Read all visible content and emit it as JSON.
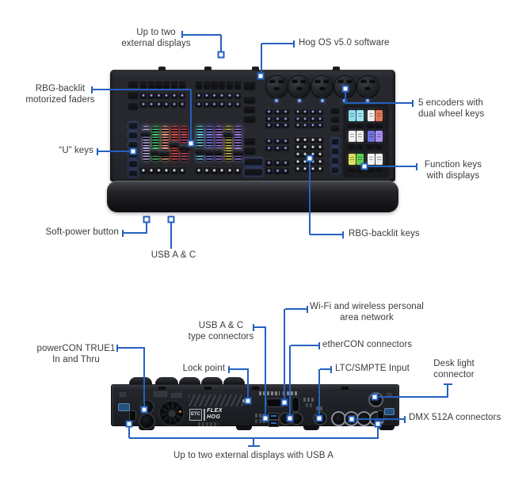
{
  "colors": {
    "callout_blue": "#2560c0",
    "label_text": "#3b3b3b"
  },
  "top_view": {
    "callouts": {
      "external_displays": "Up to two\nexternal displays",
      "hog_os": "Hog OS v5.0 software",
      "motorized_faders": "RBG-backlit\nmotorized faders",
      "u_keys": "“U” keys",
      "encoders": "5 encoders with\ndual wheel keys",
      "function_keys": "Function keys\nwith displays",
      "rbg_keys": "RBG-backlit keys",
      "soft_power": "Soft-power button",
      "usb": "USB A & C"
    },
    "console": {
      "encoder_count": 5,
      "fader_groups": [
        {
          "colors": [
            "#c4b0f0",
            "#4ec86e",
            "#ef9f85",
            "#e05450",
            "#c44b62"
          ],
          "knob_positions": [
            0.14,
            0.8,
            0.82,
            0.52,
            0.64
          ]
        },
        {
          "colors": [
            "#72cbe9",
            "#7e80e6",
            "#9f76de",
            "#cbbc52",
            "#a481e8"
          ],
          "knob_positions": [
            0.74,
            0.78,
            0.78,
            0.16,
            0.8
          ]
        }
      ],
      "function_key_lcds": [
        [
          "#8fdcec",
          "#9fe4ef"
        ],
        [
          "#f0efec",
          "#e2795b"
        ],
        [
          "#f2f2f1",
          "#ebebe9"
        ],
        [
          "#7173dd",
          "#a98df0"
        ],
        [
          "#dde065",
          "#62cf55"
        ],
        [
          "#f4f4f3",
          "#eeeeed"
        ]
      ]
    }
  },
  "rear_view": {
    "callouts": {
      "wifi": "Wi-Fi and wireless personal\narea network",
      "usb_type": "USB A & C\ntype connectors",
      "ethercon": "etherCON connectors",
      "powercon": "powerCON TRUE1\nIn and Thru",
      "lock_point": "Lock point",
      "ltc": "LTC/SMPTE Input",
      "desk_light": "Desk light\nconnector",
      "dmx": "DMX 512A connectors",
      "external_displays_usb": "Up to two external displays with USB A"
    },
    "panel_brand": {
      "etc": "ETC",
      "flex": "FLEX",
      "hog": "HOG"
    }
  }
}
